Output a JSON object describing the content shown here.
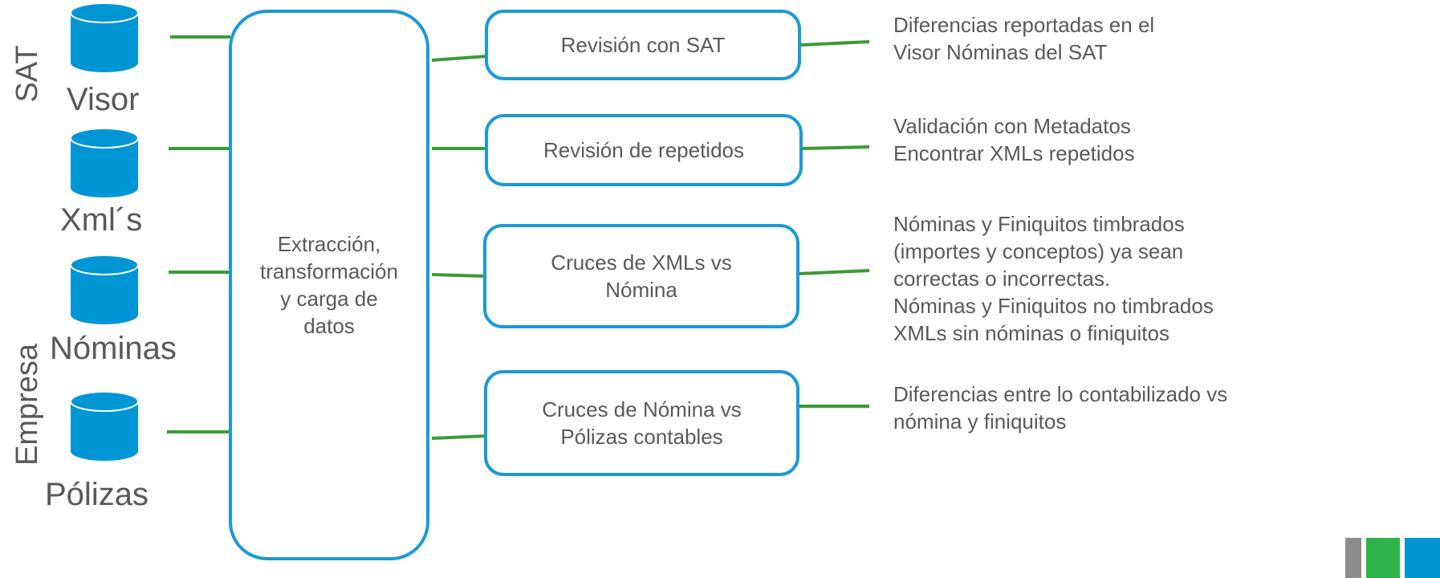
{
  "sources": {
    "group_sat": "SAT",
    "group_empresa": "Empresa",
    "items": [
      {
        "label": "Visor"
      },
      {
        "label": "Xml´s"
      },
      {
        "label": "Nóminas"
      },
      {
        "label": "Pólizas"
      }
    ]
  },
  "etl": {
    "line1": "Extracción,",
    "line2": "transformación",
    "line3": "y carga de",
    "line4": "datos"
  },
  "processes": [
    {
      "line1": "Revisión con SAT",
      "line2": ""
    },
    {
      "line1": "Revisión de repetidos",
      "line2": ""
    },
    {
      "line1": "Cruces de XMLs vs",
      "line2": "Nómina"
    },
    {
      "line1": "Cruces de Nómina vs",
      "line2": "Pólizas contables"
    }
  ],
  "results": [
    {
      "lines": [
        "Diferencias reportadas en el",
        "Visor Nóminas del SAT"
      ]
    },
    {
      "lines": [
        "Validación con Metadatos",
        "Encontrar XMLs repetidos"
      ]
    },
    {
      "lines": [
        "Nóminas y Finiquitos timbrados",
        "(importes y conceptos) ya sean",
        "correctas o incorrectas.",
        "Nóminas y Finiquitos no timbrados",
        "XMLs sin nóminas o finiquitos"
      ]
    },
    {
      "lines": [
        "Diferencias entre lo contabilizado vs",
        "nómina y finiquitos"
      ]
    }
  ],
  "colors": {
    "box_border": "#1b9ad6",
    "connector": "#3c9a35",
    "database": "#0096d6",
    "text": "#595959",
    "corner_gray": "#8c8c8c",
    "corner_green": "#2eb24a",
    "corner_blue": "#0096d6"
  },
  "icons": {
    "database": "database-cylinder-icon"
  }
}
